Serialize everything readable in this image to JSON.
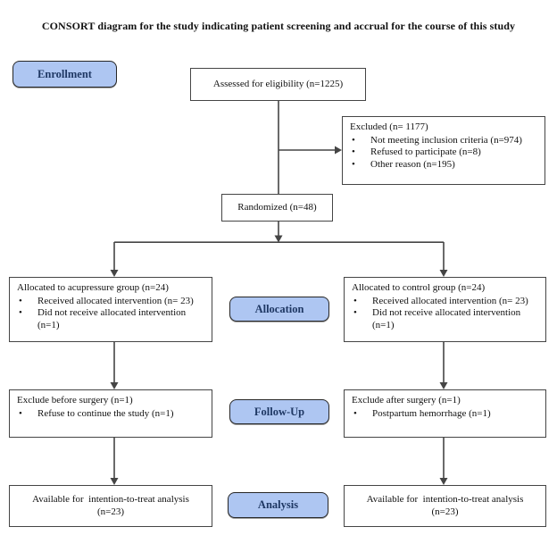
{
  "title": "CONSORT diagram for the study indicating patient screening and accrual for the course of this study",
  "colors": {
    "stage_fill": "#aec6f2",
    "stage_text": "#1f3864",
    "line": "#454545",
    "box_border": "#454545"
  },
  "stages": {
    "enrollment": "Enrollment",
    "allocation": "Allocation",
    "followup": "Follow-Up",
    "analysis": "Analysis"
  },
  "boxes": {
    "assessed": {
      "text": "Assessed for eligibility (n=1225)"
    },
    "excluded": {
      "heading": "Excluded (n= 1177)",
      "items": [
        "Not meeting inclusion criteria (n=974)",
        "Refused to participate (n=8)",
        "Other reason (n=195)"
      ]
    },
    "randomized": {
      "text": "Randomized (n=48)"
    },
    "allocated_acupressure": {
      "heading": "Allocated to acupressure group (n=24)",
      "items": [
        "Received allocated intervention (n= 23)",
        "Did not receive allocated intervention (n=1)"
      ]
    },
    "allocated_control": {
      "heading": "Allocated to control group (n=24)",
      "items": [
        "Received allocated intervention (n= 23)",
        "Did not receive allocated intervention (n=1)"
      ]
    },
    "followup_acupressure": {
      "heading": "Exclude before surgery (n=1)",
      "items": [
        "Refuse to continue the study (n=1)"
      ]
    },
    "followup_control": {
      "heading": "Exclude after surgery (n=1)",
      "items": [
        "Postpartum hemorrhage (n=1)"
      ]
    },
    "analysis_acupressure": {
      "line1": "Available for  intention-to-treat analysis",
      "line2": "(n=23)"
    },
    "analysis_control": {
      "line1": "Available for  intention-to-treat analysis",
      "line2": "(n=23)"
    }
  }
}
